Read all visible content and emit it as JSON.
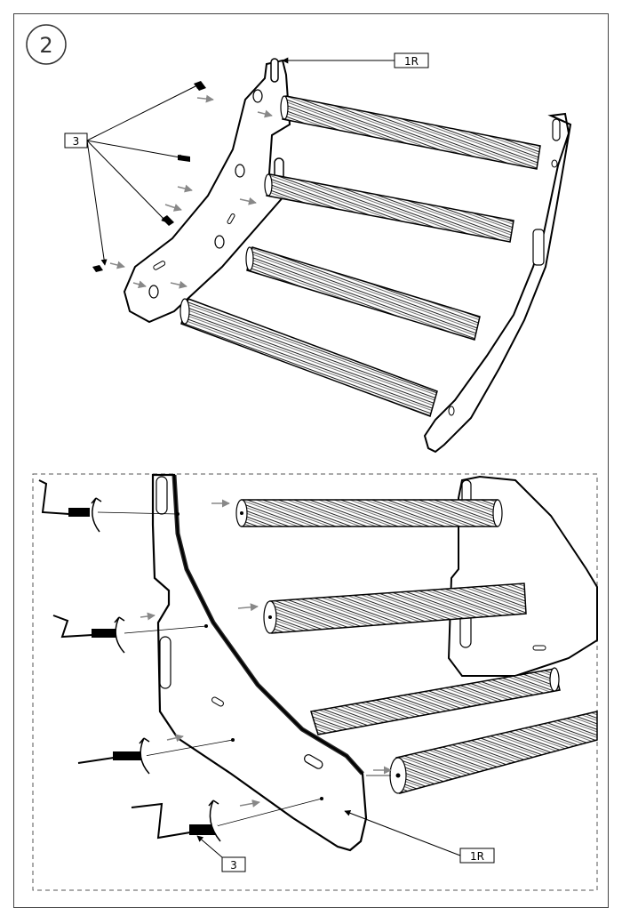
{
  "step": {
    "number": "2"
  },
  "callouts": {
    "part_screw": "3",
    "part_side_panel": "1R"
  },
  "colors": {
    "line": "#000000",
    "arrow_gray": "#888888",
    "dashed_frame": "#555555"
  }
}
